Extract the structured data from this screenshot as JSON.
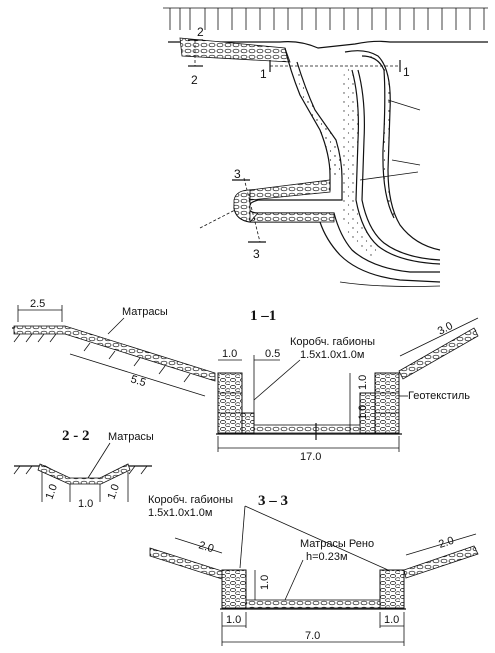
{
  "plan": {
    "section_marks": [
      "2",
      "2",
      "1",
      "1",
      "3",
      "3"
    ]
  },
  "section_1_1": {
    "title": "1 –1",
    "mattress_label": "Матрасы",
    "gabion_label_line1": "Коробч. габионы",
    "gabion_label_line2": "1.5x1.0x1.0м",
    "geotextile_label": "Геотекстиль",
    "dims": {
      "top_left": "2.5",
      "slope_left": "5.5",
      "gabion_width": "1.0",
      "step": "0.5",
      "slope_right": "3.0",
      "height_upper": "1.0",
      "height_lower": "1.0",
      "bottom_width": "17.0"
    }
  },
  "section_2_2": {
    "title": "2 - 2",
    "mattress_label": "Матрасы",
    "dims": {
      "left": "1.0",
      "middle": "1.0",
      "right": "1.0"
    }
  },
  "section_3_3": {
    "title": "3 – 3",
    "gabion_label_line1": "Коробч. габионы",
    "gabion_label_line2": "1.5x1.0x1.0м",
    "mattress_label": "Матрасы Рено",
    "mattress_thickness": "h=0.23м",
    "dims": {
      "slope_left": "2.0",
      "slope_right": "2.0",
      "height": "1.0",
      "gabion_left": "1.0",
      "gabion_right": "1.0",
      "bottom_width": "7.0"
    }
  }
}
